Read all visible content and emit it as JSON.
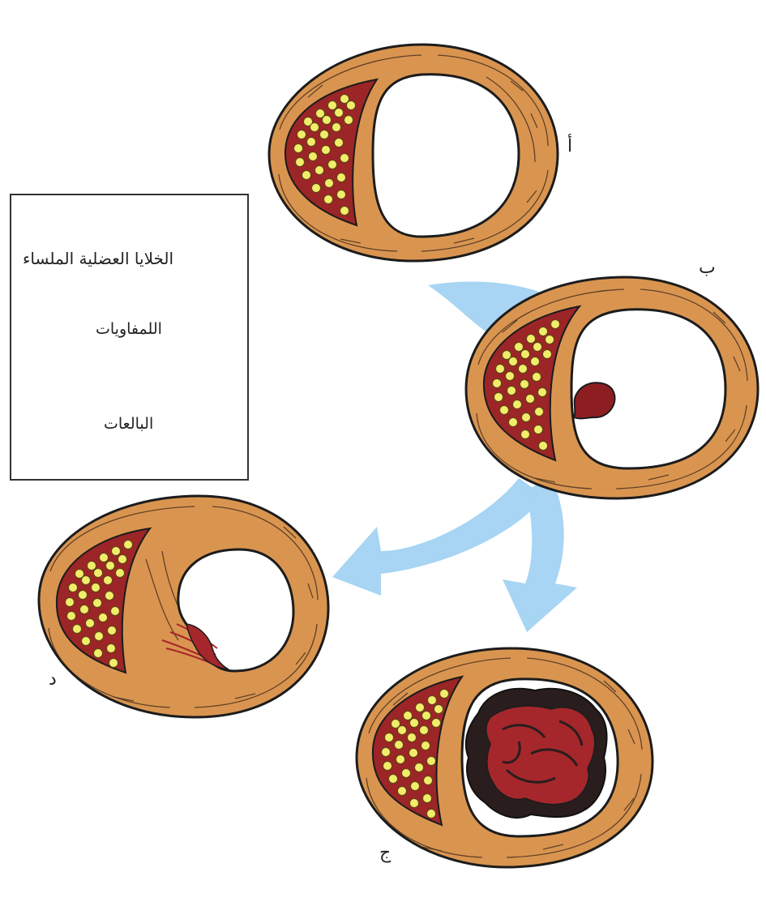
{
  "labels": {
    "a": "أ",
    "b": "ب",
    "c": "ج",
    "d": "د"
  },
  "legend": {
    "items": [
      {
        "label": "الخلايا العضلية الملساء",
        "icon": "smooth-muscle-cell-icon",
        "color": "#d9434c"
      },
      {
        "label": "اللمفاويات",
        "icon": "lymphocyte-icon",
        "color": "#e5469b"
      },
      {
        "label": "البالعات",
        "icon": "macrophage-icon",
        "color": "#e3dd3a"
      }
    ]
  },
  "colors": {
    "vessel_wall": "#d99550",
    "plaque_core": "#9b2527",
    "lipid_droplet": "#f2ec6b",
    "thrombus_dark": "#2a1d1d",
    "thrombus_red": "#a5272c",
    "arrow": "#a7d5f3"
  }
}
